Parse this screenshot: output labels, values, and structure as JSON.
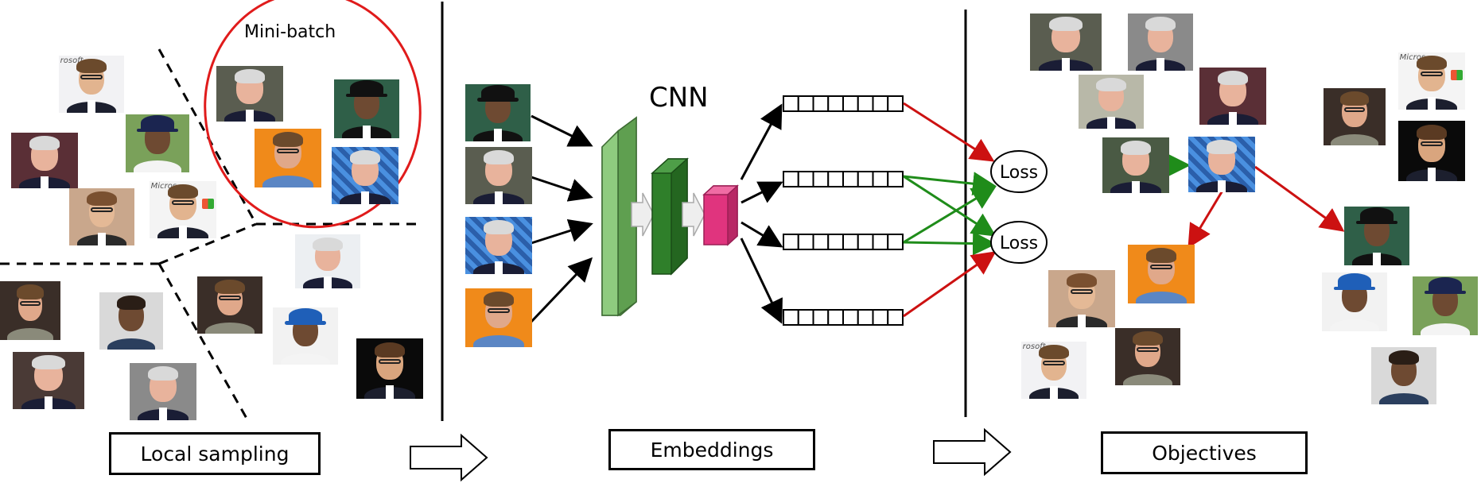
{
  "minibatch_label": "Mini-batch",
  "cnn_label": "CNN",
  "loss_labels": [
    "Loss",
    "Loss"
  ],
  "sections": {
    "local_sampling": "Local sampling",
    "embeddings": "Embeddings",
    "objectives": "Objectives"
  },
  "logo_text": "Micros",
  "logo_text_2": "rosoft",
  "colors": {
    "minibatch_ellipse": "#e01b1b",
    "negative_arrow": "#cc1111",
    "positive_arrow": "#1f8c1a",
    "cnn_layer_1": "#7fbf6f",
    "cnn_layer_2": "#2f7f2a",
    "cnn_layer_3": "#e0347e"
  },
  "embedding_cells_per_vector": 8,
  "embedding_vector_count": 4
}
